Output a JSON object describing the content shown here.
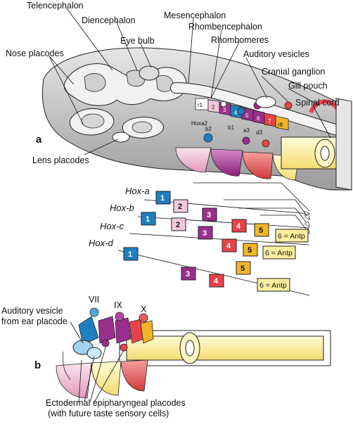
{
  "labels": {
    "telencephalon": "Telencephalon",
    "diencephalon": "Diencephalon",
    "eye_bulb": "Eye bulb",
    "mesencephalon": "Mesencephalon",
    "rhombencephalon": "Rhombencephalon",
    "rhombomeres": "Rhombomeres",
    "nose_placodes": "Nose placodes",
    "auditory_vesicles": "Auditory vesicles",
    "cranial_ganglion": "Cranial ganglion",
    "gill_pouch": "Gill pouch",
    "spinal_cord": "Spinal cord",
    "lens_placodes": "Lens placodes",
    "auditory_vesicle_1": "Auditory vesicle",
    "auditory_vesicle_2": "from ear placode",
    "ectodermal_1": "Ectodermal epipharyngeal placodes",
    "ectodermal_2": "(with future taste sensory cells)"
  },
  "panels": {
    "a": "a",
    "b": "b"
  },
  "rhombomere_labels": [
    "r1",
    "2",
    "3",
    "4",
    "5",
    "6",
    "7",
    "r8"
  ],
  "inner_labels": {
    "hoxa2": "Hoxa2",
    "b1": "b1",
    "b2": "b2",
    "a3": "a3",
    "d3": "d3"
  },
  "cranial_nerves": [
    "VII",
    "IX",
    "X"
  ],
  "hox_rows": [
    {
      "name": "Hox-a",
      "genes": [
        "1",
        "2",
        "3"
      ]
    },
    {
      "name": "Hox-b",
      "genes": [
        "1",
        "2",
        "3",
        "4",
        "5",
        "6 = Antp"
      ]
    },
    {
      "name": "Hox-c",
      "genes": [
        "4",
        "5",
        "6 = Antp"
      ]
    },
    {
      "name": "Hox-d",
      "genes": [
        "1",
        "3",
        "4",
        "5",
        "6 = Antp"
      ]
    }
  ],
  "colors": {
    "gene1": "#1e7fc0",
    "gene2": "#f2c8dc",
    "gene3": "#9b2f8e",
    "gene4": "#e8434a",
    "gene5": "#f2b52a",
    "gene6": "#fbf0a0"
  }
}
